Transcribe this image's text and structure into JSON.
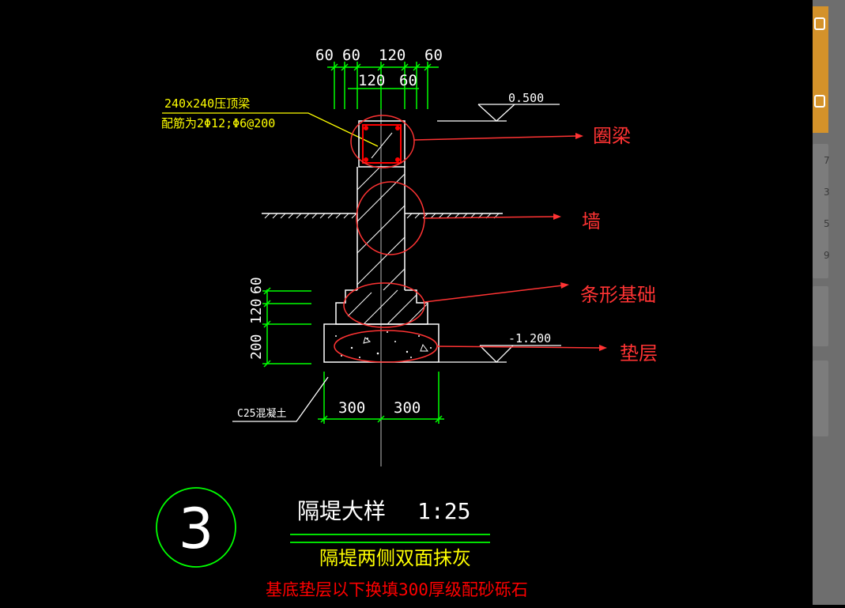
{
  "drawing": {
    "top_dims": [
      "60",
      "60",
      "120",
      "60"
    ],
    "top_dims_2": [
      "120",
      "60"
    ],
    "beam_label": "240x240压顶梁",
    "beam_rebar": "配筋为2Φ12;Φ6@200",
    "elev_top": "0.500",
    "elev_bottom": "-1.200",
    "left_dims": [
      "60",
      "120",
      "200"
    ],
    "bottom_dims": [
      "300",
      "300"
    ],
    "concrete_label": "C25混凝土",
    "detail_number": "3",
    "title": "隔堤大样",
    "scale": "1:25",
    "note1": "隔堤两侧双面抹灰",
    "note2": "基底垫层以下换填300厚级配砂砾石"
  },
  "annotations": [
    "圈梁",
    "墙",
    "条形基础",
    "垫层"
  ],
  "colors": {
    "background": "#000000",
    "dim_green": "#00ff00",
    "outline_white": "#ffffff",
    "label_yellow": "#ffff00",
    "rebar_red": "#ff0000",
    "annotation_red": "#ff3333",
    "side_panel": "#6e6e6e",
    "promo_orange": "#d4922a"
  },
  "side_panel": {
    "numbers": [
      "7",
      "3",
      "5",
      "9"
    ]
  }
}
